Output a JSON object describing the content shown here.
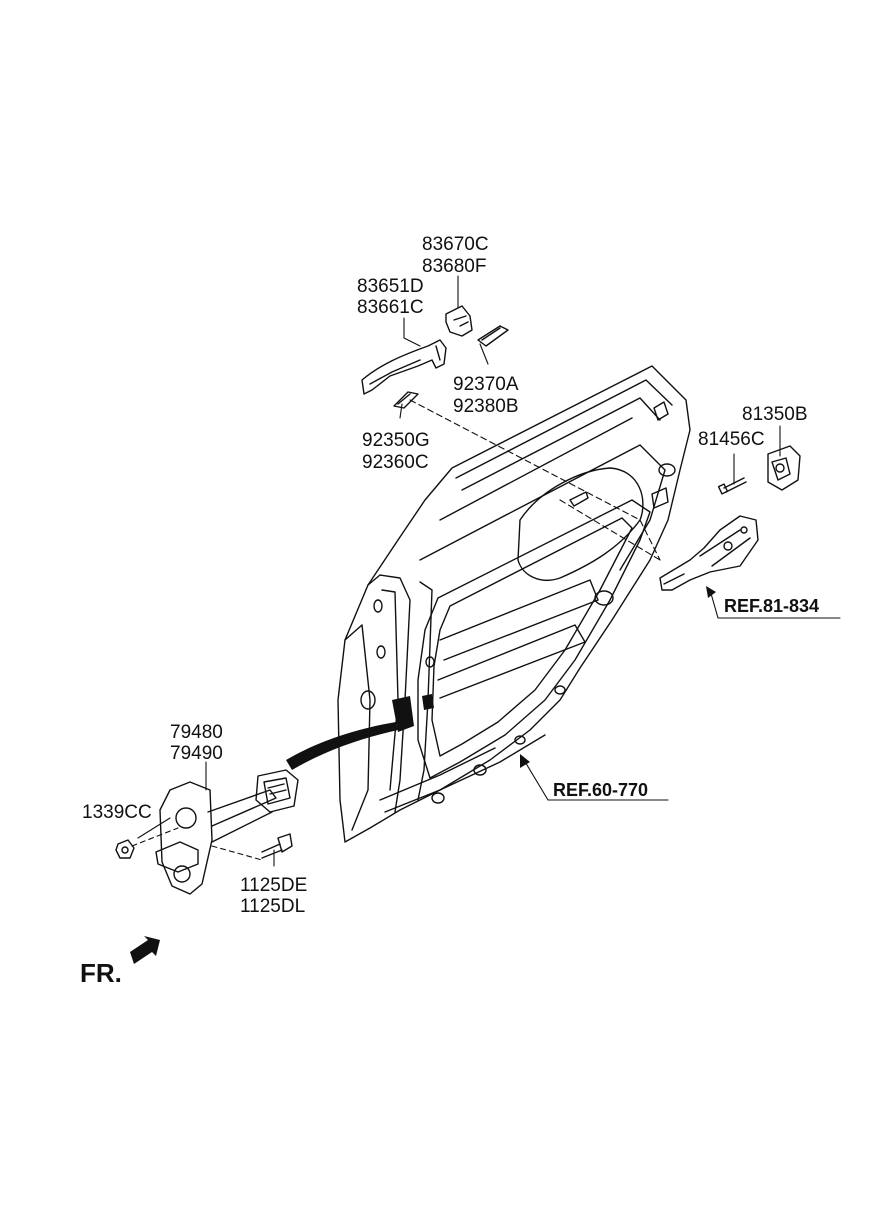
{
  "callouts": {
    "c83670": [
      "83670C",
      "83680F"
    ],
    "c83651": [
      "83651D",
      "83661C"
    ],
    "c92370": [
      "92370A",
      "92380B"
    ],
    "c92350": [
      "92350G",
      "92360C"
    ],
    "c81350": "81350B",
    "c81456": "81456C",
    "c79480": [
      "79480",
      "79490"
    ],
    "c1339": "1339CC",
    "c1125": [
      "1125DE",
      "1125DL"
    ]
  },
  "references": {
    "ref_lock": "REF.81-834",
    "ref_door": "REF.60-770"
  },
  "direction": {
    "label": "FR.",
    "icon": "front-direction-arrow-icon"
  }
}
